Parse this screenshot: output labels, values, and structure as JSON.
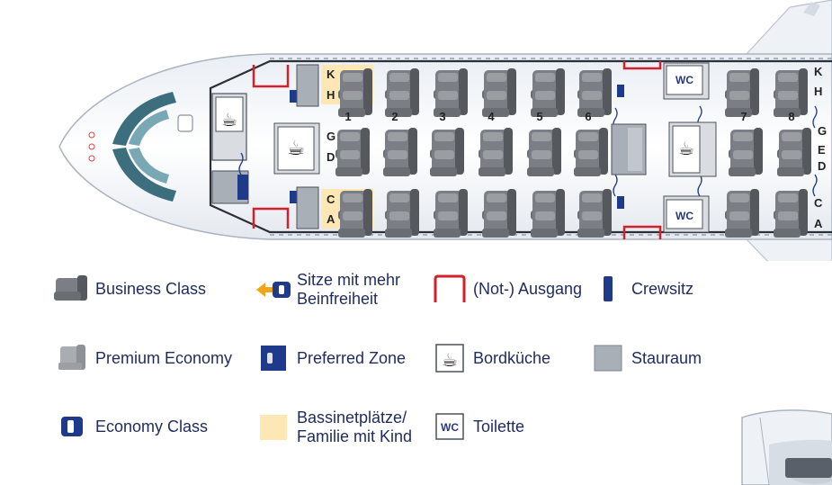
{
  "seat_letters": {
    "first_block_left": [
      "K",
      "H",
      "G",
      "D",
      "C",
      "A"
    ],
    "second_block_right": [
      "K",
      "H",
      "G",
      "E",
      "D",
      "C",
      "A"
    ]
  },
  "row_numbers": [
    "1",
    "2",
    "3",
    "4",
    "5",
    "6",
    "7",
    "8"
  ],
  "lavatory_label": "WC",
  "legend": [
    {
      "id": "business",
      "label": "Business Class",
      "icon": "business-seat-icon"
    },
    {
      "id": "legroom",
      "label_lines": [
        "Sitze mit mehr",
        "Beinfreiheit"
      ],
      "icon": "legroom-seat-icon"
    },
    {
      "id": "exit",
      "label": "(Not-) Ausgang",
      "icon": "exit-icon"
    },
    {
      "id": "crew",
      "label": "Crewsitz",
      "icon": "crew-seat-icon"
    },
    {
      "id": "premium",
      "label": "Premium Economy",
      "icon": "premium-seat-icon"
    },
    {
      "id": "preferred",
      "label": "Preferred Zone",
      "icon": "preferred-zone-icon"
    },
    {
      "id": "galley",
      "label": "Bordküche",
      "icon": "galley-icon"
    },
    {
      "id": "storage",
      "label": "Stauraum",
      "icon": "storage-icon"
    },
    {
      "id": "economy",
      "label": "Economy Class",
      "icon": "economy-seat-icon"
    },
    {
      "id": "bassinet",
      "label_lines": [
        "Bassinetplätze/",
        "Familie mit Kind"
      ],
      "icon": "bassinet-icon"
    },
    {
      "id": "toilet",
      "label": "Toilette",
      "icon": "toilet-icon",
      "icon_text": "WC"
    }
  ],
  "colors": {
    "seat_dark": "#5f6166",
    "seat_light": "#a9acb1",
    "exit_red": "#d4202a",
    "navy": "#1f3a8a",
    "bassinet": "#fde7b5",
    "storage": "#a8afb7",
    "label_navy": "#1f2b5c"
  }
}
